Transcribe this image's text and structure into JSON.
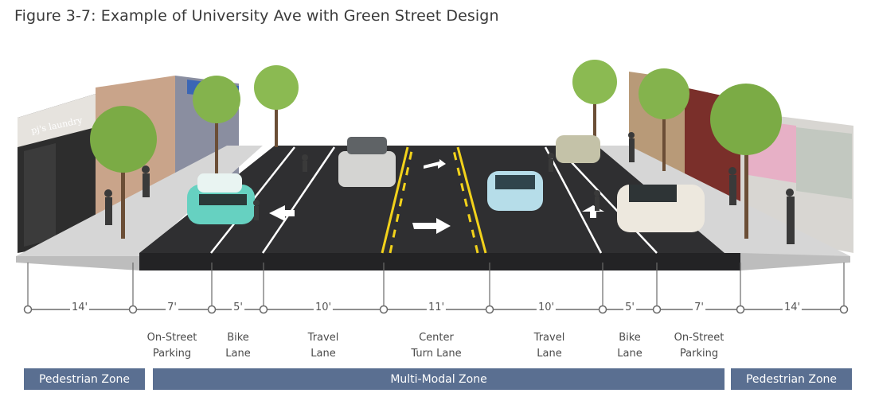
{
  "title": "Figure 3-7: Example of University Ave with Green Street Design",
  "storefront_sign": "pj's laundry",
  "dimensions": [
    "14'",
    "7'",
    "5'",
    "10'",
    "11'",
    "10'",
    "5'",
    "7'",
    "14'"
  ],
  "lanes": [
    {
      "label": "On-Street\nParking"
    },
    {
      "label": "Bike\nLane"
    },
    {
      "label": "Travel\nLane"
    },
    {
      "label": "Center\nTurn Lane"
    },
    {
      "label": "Travel\nLane"
    },
    {
      "label": "Bike\nLane"
    },
    {
      "label": "On-Street\nParking"
    }
  ],
  "zones": {
    "left": "Pedestrian Zone",
    "middle": "Multi-Modal Zone",
    "right": "Pedestrian Zone"
  },
  "colors": {
    "zone_bar": "#5a6f91",
    "asphalt": "#2f2f31",
    "centerline": "#f2d21b",
    "tree": "#6fa23a",
    "sidewalk": "#d9d9d9"
  }
}
